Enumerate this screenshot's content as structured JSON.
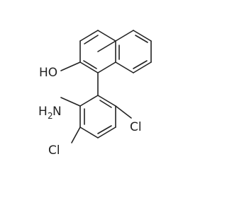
{
  "molecule": {
    "labels": {
      "hydroxyl": "HO",
      "amine_h": "H",
      "amine_sub": "2",
      "amine_n": "N",
      "chlorine_top": "Cl",
      "chlorine_bottom": "Cl"
    },
    "colors": {
      "bond": "#222222",
      "text": "#222222",
      "background": "#ffffff"
    }
  }
}
